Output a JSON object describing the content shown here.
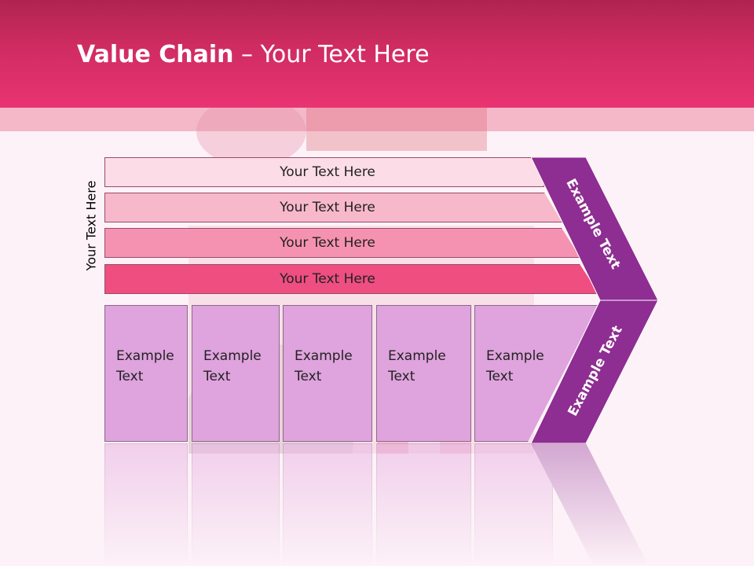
{
  "title": {
    "bold": "Value Chain",
    "rest": " – Your Text Here"
  },
  "side_label": "Your Text Here",
  "bars": [
    "Your Text Here",
    "Your Text Here",
    "Your Text Here",
    "Your Text Here"
  ],
  "boxes": [
    {
      "line1": "Example",
      "line2": "Text"
    },
    {
      "line1": "Example",
      "line2": "Text"
    },
    {
      "line1": "Example",
      "line2": "Text"
    },
    {
      "line1": "Example",
      "line2": "Text"
    },
    {
      "line1": "Example",
      "line2": "Text"
    }
  ],
  "chevron": {
    "top_text": "Example Text",
    "bottom_text": "Example Text"
  },
  "colors": {
    "header": "#d02c63",
    "chevron": "#8e2d92",
    "box": "#dfa3dd",
    "bar_shades": [
      "#fcdce7",
      "#f8b8cc",
      "#f592b2",
      "#ee4f80"
    ]
  }
}
